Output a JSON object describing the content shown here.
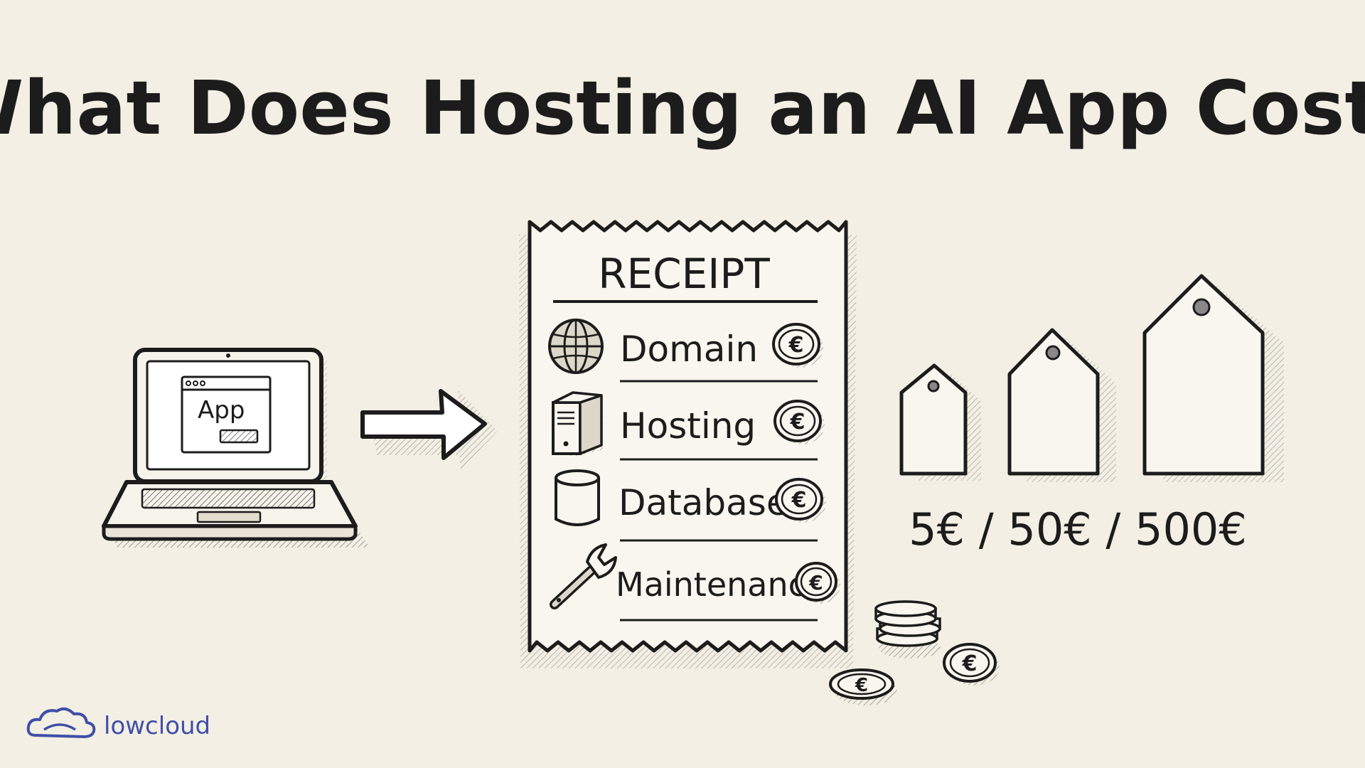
{
  "title": "What Does Hosting an AI App Cost?",
  "laptop": {
    "app_label": "App"
  },
  "receipt": {
    "heading": "RECEIPT",
    "items": [
      {
        "label": "Domain",
        "icon": "globe-icon"
      },
      {
        "label": "Hosting",
        "icon": "server-icon"
      },
      {
        "label": "Database",
        "icon": "database-icon"
      },
      {
        "label": "Maintenance",
        "icon": "wrench-icon"
      }
    ],
    "coin_symbol": "€"
  },
  "prices": {
    "text": "5€ / 50€ / 500€"
  },
  "coins": {
    "symbol": "€"
  },
  "logo": {
    "text": "lowcloud",
    "color": "#3f4fa8"
  },
  "colors": {
    "background": "#f3efe4",
    "ink": "#1c1c1c"
  }
}
